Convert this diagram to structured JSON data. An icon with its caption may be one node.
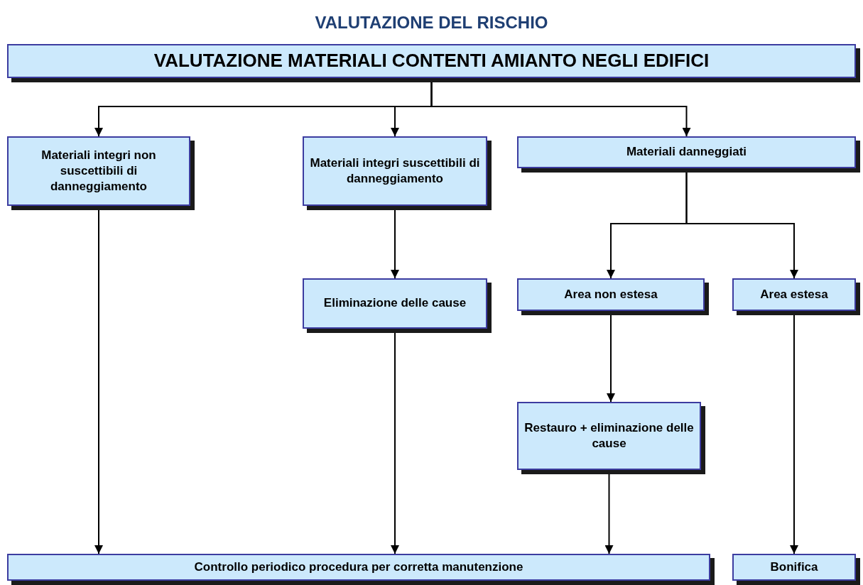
{
  "diagram": {
    "title": "VALUTAZIONE DEL RISCHIO",
    "nodes": [
      {
        "text": [
          "VALUTAZIONE MATERIALI CONTENTI AMIANTO NEGLI EDIFICI"
        ]
      },
      {
        "text": [
          "Materiali integri non suscettibili di danneggiamento"
        ]
      },
      {
        "text": [
          "Materiali integri suscettibili di danneggiamento"
        ]
      },
      {
        "text": [
          "Materiali danneggiati"
        ]
      },
      {
        "text": [
          "Eliminazione delle cause"
        ]
      },
      {
        "text": [
          "Area non estesa"
        ]
      },
      {
        "text": [
          "Area estesa"
        ]
      },
      {
        "text": [
          "Restauro + eliminazione delle cause"
        ]
      },
      {
        "text": [
          "Controllo periodico procedura per corretta manutenzione"
        ]
      },
      {
        "text": [
          "Bonifica"
        ]
      }
    ],
    "edges": [
      {
        "from": 0,
        "to": 1,
        "arrow": "to"
      },
      {
        "from": 0,
        "to": 2,
        "arrow": "to"
      },
      {
        "from": 0,
        "to": 3,
        "arrow": "to"
      },
      {
        "from": 1,
        "to": 8,
        "arrow": "to"
      },
      {
        "from": 2,
        "to": 4,
        "arrow": "to"
      },
      {
        "from": 4,
        "to": 8,
        "arrow": "to"
      },
      {
        "from": 3,
        "to": 5,
        "arrow": "to"
      },
      {
        "from": 3,
        "to": 6,
        "arrow": "to"
      },
      {
        "from": 5,
        "to": 7,
        "arrow": "to"
      },
      {
        "from": 7,
        "to": 8,
        "arrow": "to"
      },
      {
        "from": 6,
        "to": 9,
        "arrow": "to"
      }
    ]
  }
}
